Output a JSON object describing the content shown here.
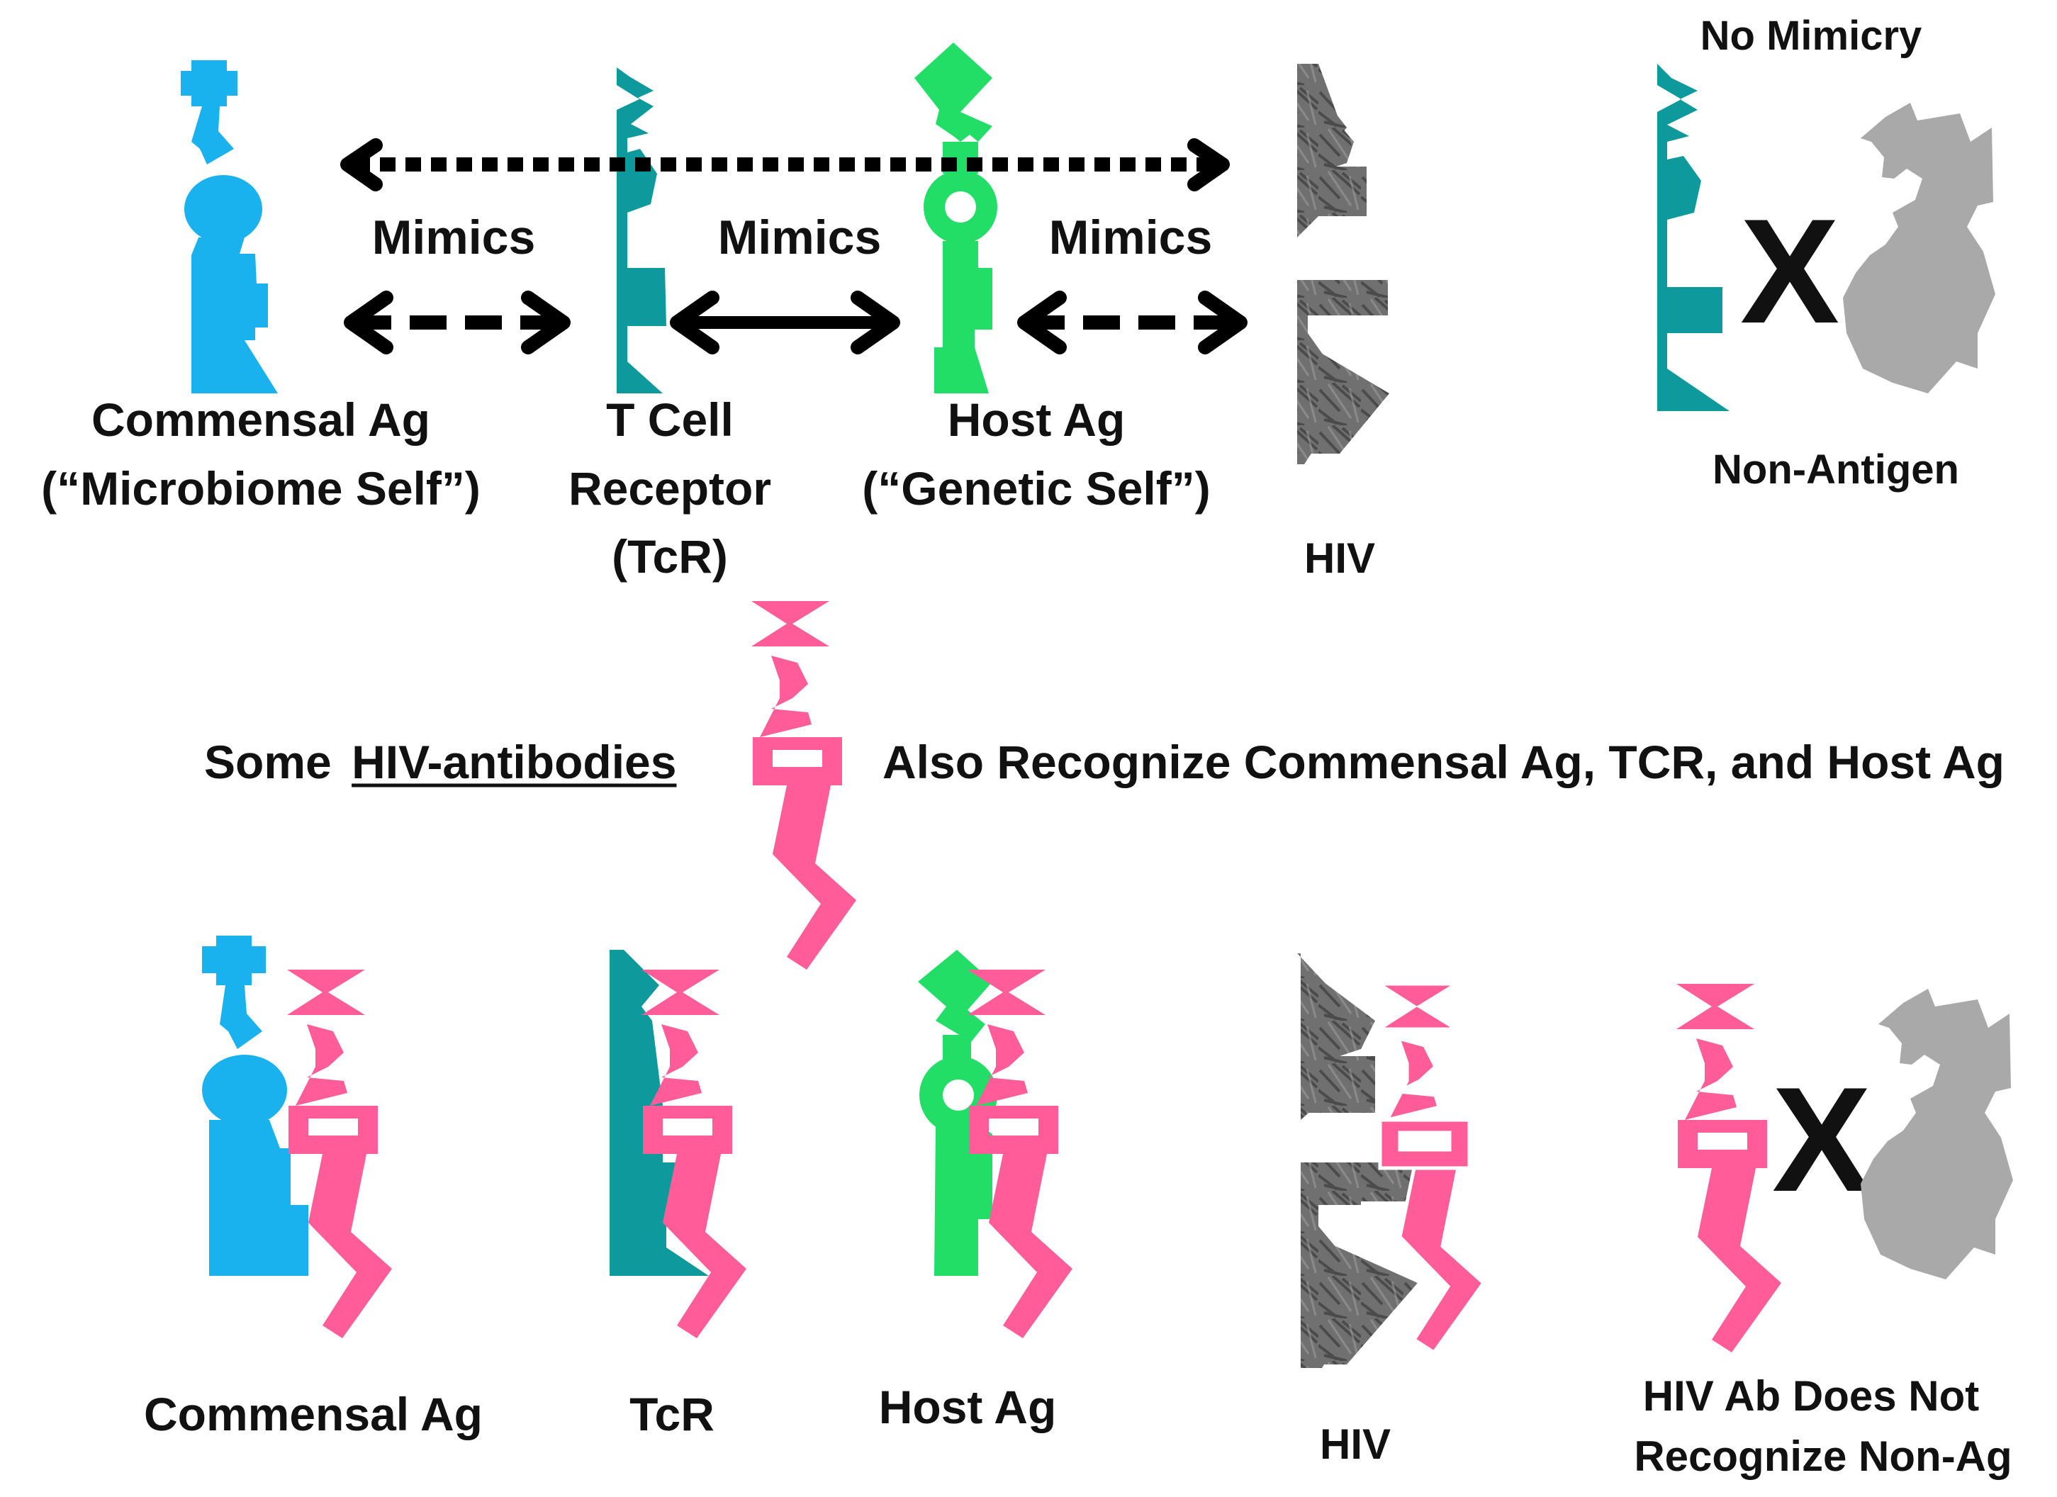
{
  "colors": {
    "commensal": "#1AB2EE",
    "tcr": "#0E9A9C",
    "host": "#22DD66",
    "hiv": "#6F6F6F",
    "antibody": "#FF5C9A",
    "non_antigen": "#A9A9A9",
    "text": "#111111"
  },
  "top": {
    "no_mimicry": "No Mimicry",
    "non_antigen": "Non-Antigen",
    "mimics_1": "Mimics",
    "mimics_2": "Mimics",
    "mimics_3": "Mimics",
    "x_mark": "X",
    "commensal_label_1": "Commensal Ag",
    "commensal_label_2": "(“Microbiome Self”)",
    "tcr_label_1": "T Cell",
    "tcr_label_2": "Receptor",
    "tcr_label_3": "(TcR)",
    "host_label_1": "Host Ag",
    "host_label_2": "(“Genetic Self”)",
    "hiv_label": "HIV"
  },
  "middle": {
    "some": "Some ",
    "hiv_antibodies": "HIV-antibodies",
    "also": "Also Recognize Commensal Ag, TCR, and Host Ag"
  },
  "bottom": {
    "commensal": "Commensal Ag",
    "tcr": "TcR",
    "host": "Host Ag",
    "hiv": "HIV",
    "x_mark": "X",
    "no_recognize_1": "HIV Ab Does Not",
    "no_recognize_2": "Recognize Non-Ag"
  }
}
